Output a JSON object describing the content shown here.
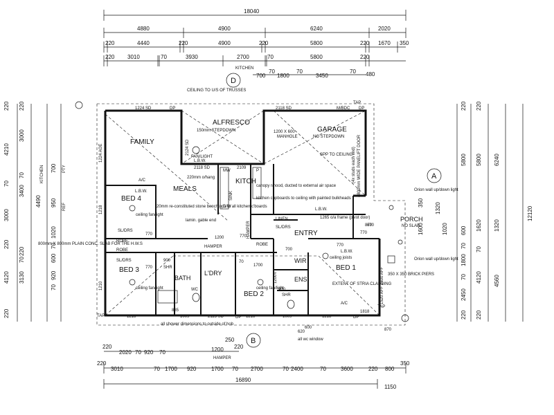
{
  "top_dims": {
    "overall": "18040",
    "row1": [
      "4880",
      "4900",
      "6240",
      "2020"
    ],
    "row2": [
      "220",
      "4440",
      "220",
      "4900",
      "220",
      "5800",
      "220",
      "1670",
      "350"
    ],
    "row3": [
      "220",
      "3010",
      "70",
      "3930",
      "2700",
      "70",
      "5800",
      "220",
      "480"
    ],
    "row4": [
      "700",
      "70",
      "1800",
      "70",
      "3450",
      "70"
    ],
    "kitchen_tag": "KITCHEN"
  },
  "bottom_dims": {
    "row1": [
      "220",
      "2020",
      "70",
      "920",
      "70",
      "1200",
      "250",
      "220"
    ],
    "hamper": "HAMPER",
    "row2": [
      "220",
      "3010",
      "70",
      "1700",
      "920",
      "1700",
      "70",
      "2700",
      "70",
      "2400",
      "70",
      "3600",
      "220",
      "800",
      "350"
    ],
    "overall": "16890",
    "extra": "1150"
  },
  "left_dims": {
    "outer": [
      "220",
      "4210",
      "70",
      "3000",
      "220",
      "4120",
      "220"
    ],
    "inner": [
      "220",
      "3000",
      "70",
      "3400",
      "220",
      "3130",
      "70"
    ],
    "overall": "4490",
    "inner2": [
      "700",
      "PTY",
      "950",
      "REF",
      "1020",
      "70",
      "600",
      "920",
      "70"
    ],
    "kitchen_tag": "KITCHEN"
  },
  "right_dims": {
    "col1": [
      "220",
      "5800",
      "600",
      "70",
      "1800",
      "70",
      "2450",
      "220"
    ],
    "col2": [
      "220",
      "5800",
      "1620",
      "70",
      "4120",
      "220"
    ],
    "col3": [
      "6240",
      "1320",
      "4560"
    ],
    "overall": "12120",
    "entry_dims": [
      "350",
      "1600",
      "1020",
      "1320"
    ]
  },
  "grid_marks": {
    "A": "A",
    "B": "B",
    "D": "D"
  },
  "rooms": {
    "alfresco": "ALFRESCO",
    "alfresco_sub": "150mm STEPDOWN",
    "family": "FAMILY",
    "meals": "MEALS",
    "kitch": "KITCH",
    "garage": "GARAGE",
    "garage_sub": "1200 X 600",
    "garage_manhole": "MANHOLE",
    "garage_step": "NO STEPDOWN",
    "bed4": "BED 4",
    "bed3": "BED 3",
    "bed2": "BED 2",
    "bed1": "BED 1",
    "bath": "BATH",
    "ldry": "L'DRY",
    "entry": "ENTRY",
    "porch": "PORCH",
    "porch_sub": "NO SLAB",
    "wir": "WIR",
    "ens": "ENS",
    "linen": "LINEN",
    "robe1": "ROBE",
    "robe2": "ROBE",
    "robe3": "ROBE",
    "shr1": "SHR",
    "shr2": "SHR",
    "wc": "WC",
    "lbw1": "L.B.W.",
    "lbw2": "L.B.W.",
    "lbw3": "L.B.W.",
    "lbw4": "L.B.W.",
    "hamper1": "HAMPER",
    "hamper2": "HAMPER",
    "slrds1": "SL/DRS",
    "slrds2": "SL/DRS",
    "slrds3": "SL/DRS",
    "ac1": "A/C",
    "ac2": "A/C",
    "tap1": "TAP",
    "tap2": "TAP",
    "tap3": "TAP",
    "dp1": "DP",
    "dp2": "DP",
    "dp3": "DP",
    "dp4": "DP"
  },
  "notes": {
    "ceiling_truss": "CEILING TO U/S OF TRUSSES",
    "fan_light1": "FAN/LIGHT",
    "fan_light2": "ceiling fan/light",
    "fan_light3": "ceiling fan/light",
    "fan_light4": "ceiling fan/light",
    "oyhang": "220mm o/hang",
    "benchtops": "20mm re-constituted stone benchtops to all kitchen c'boards",
    "canopy": "canopy r/hood, ducted to external air space",
    "kitchen_cupboards": "kitchen cupboards to ceiling with painted bulkheads",
    "gable": "lamin. gable end",
    "spp": "SPP TO CEILING",
    "panelift": "4800mm WIDE PANELIFT DOOR",
    "studs": "(4x studs each end)",
    "hws": "800mm X 800mm PLAIN CONC. SLAB FOR THE H.W.S",
    "oriel1": "Orion wall up/down light",
    "oriel2": "Orion wall up/down light",
    "piers": "350 X 350 BRICK PIERS",
    "stria": "EXTENT OF STRIA CLADDING",
    "ceiling_joists": "ceiling joists",
    "frame": "1265 o/a frame (pivot door)",
    "shower": "all shower dimensions to outside of hob",
    "window": "all wc window",
    "jd1": "1224 SD",
    "jd2": "2118 SD",
    "jd3": "M/BDC",
    "jd4": "2118 SD",
    "jd5": "1218",
    "jd6": "1218",
    "jd7": "2115 SD",
    "jd8": "1218",
    "jd9": "1009",
    "jd10": "1009",
    "jd11": "1818",
    "jd12": "2109",
    "jd13": "2124 SD",
    "jd14": "1224 AOE",
    "jd15": "1210",
    "jd16": "1218",
    "mw": "MW",
    "p": "P",
    "dw": "D/W",
    "sink": "SINK",
    "door_dim1": "770",
    "door_dim2": "770",
    "door_dim3": "770",
    "door_dim4": "770",
    "door_dim5": "770",
    "door_dim6": "1200",
    "door_dim7": "1700",
    "door_dim8": "870",
    "door_dim9": "870",
    "door_dim10": "670",
    "door_dim11": "600",
    "door_dim12": "700",
    "door_dim13": "900",
    "door_dim14": "70",
    "door_dim15": "1200V",
    "door_dim16": "900",
    "door_dim17": "885",
    "door_dim18": "620",
    "door_dim19": "1800 AFF",
    "door_dim20": "1520 AFF"
  }
}
